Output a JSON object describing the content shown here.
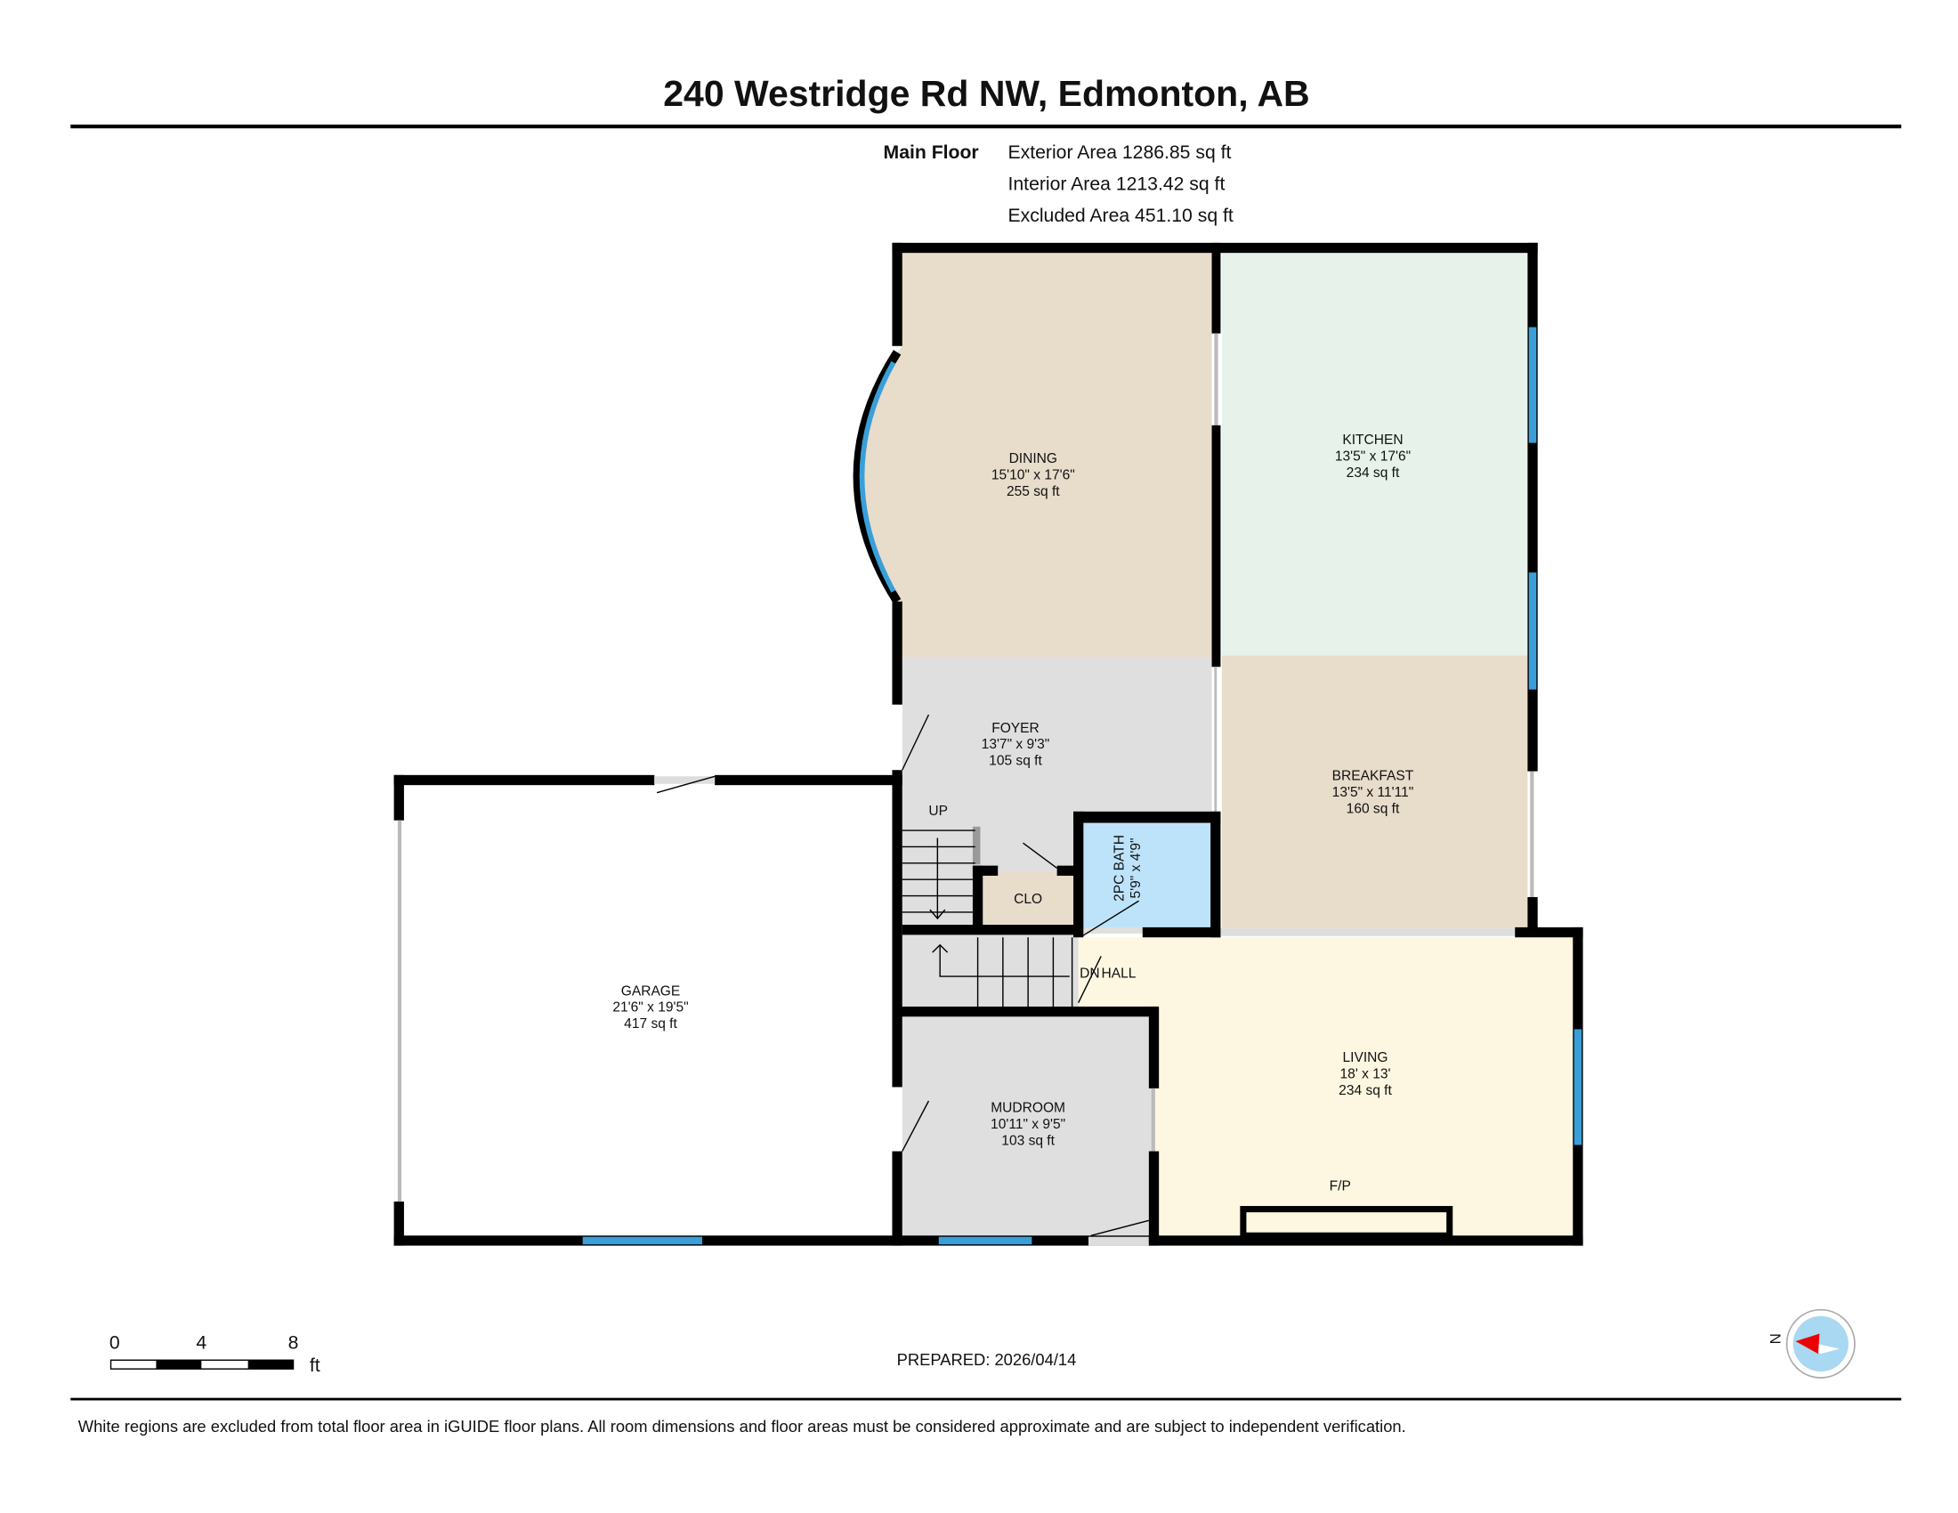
{
  "title": "240 Westridge Rd NW, Edmonton, AB",
  "floor": {
    "name": "Main Floor",
    "exterior": "Exterior Area 1286.85 sq ft",
    "interior": "Interior Area 1213.42 sq ft",
    "excluded": "Excluded Area 451.10 sq ft"
  },
  "rooms": {
    "dining": {
      "name": "DINING",
      "dims": "15'10\" x 17'6\"",
      "area": "255 sq ft"
    },
    "kitchen": {
      "name": "KITCHEN",
      "dims": "13'5\" x 17'6\"",
      "area": "234 sq ft"
    },
    "foyer": {
      "name": "FOYER",
      "dims": "13'7\" x 9'3\"",
      "area": "105 sq ft"
    },
    "breakfast": {
      "name": "BREAKFAST",
      "dims": "13'5\" x 11'11\"",
      "area": "160 sq ft"
    },
    "garage": {
      "name": "GARAGE",
      "dims": "21'6\" x 19'5\"",
      "area": "417 sq ft"
    },
    "bath": {
      "name": "2PC BATH",
      "dims": "5'9\" x 4'9\""
    },
    "clo": {
      "name": "CLO"
    },
    "hall": {
      "name": "HALL"
    },
    "mudroom": {
      "name": "MUDROOM",
      "dims": "10'11\" x 9'5\"",
      "area": "103 sq ft"
    },
    "living": {
      "name": "LIVING",
      "dims": "18' x 13'",
      "area": "234 sq ft"
    }
  },
  "labels": {
    "up": "UP",
    "dn": "DN",
    "fp": "F/P"
  },
  "scale": {
    "t0": "0",
    "t1": "4",
    "t2": "8",
    "unit": "ft"
  },
  "compass": {
    "label": "N"
  },
  "prepared": "PREPARED: 2026/04/14",
  "disclaimer": "White regions are excluded from total floor area in iGUIDE floor plans. All room dimensions and floor areas must be considered approximate and are subject to independent verification.",
  "colors": {
    "dining": "#e8dccb",
    "kitchen": "#e6f2ea",
    "foyer": "#dfdfdf",
    "bath": "#bde3fa",
    "living": "#fdf7e1",
    "window": "#3a9fd8"
  }
}
